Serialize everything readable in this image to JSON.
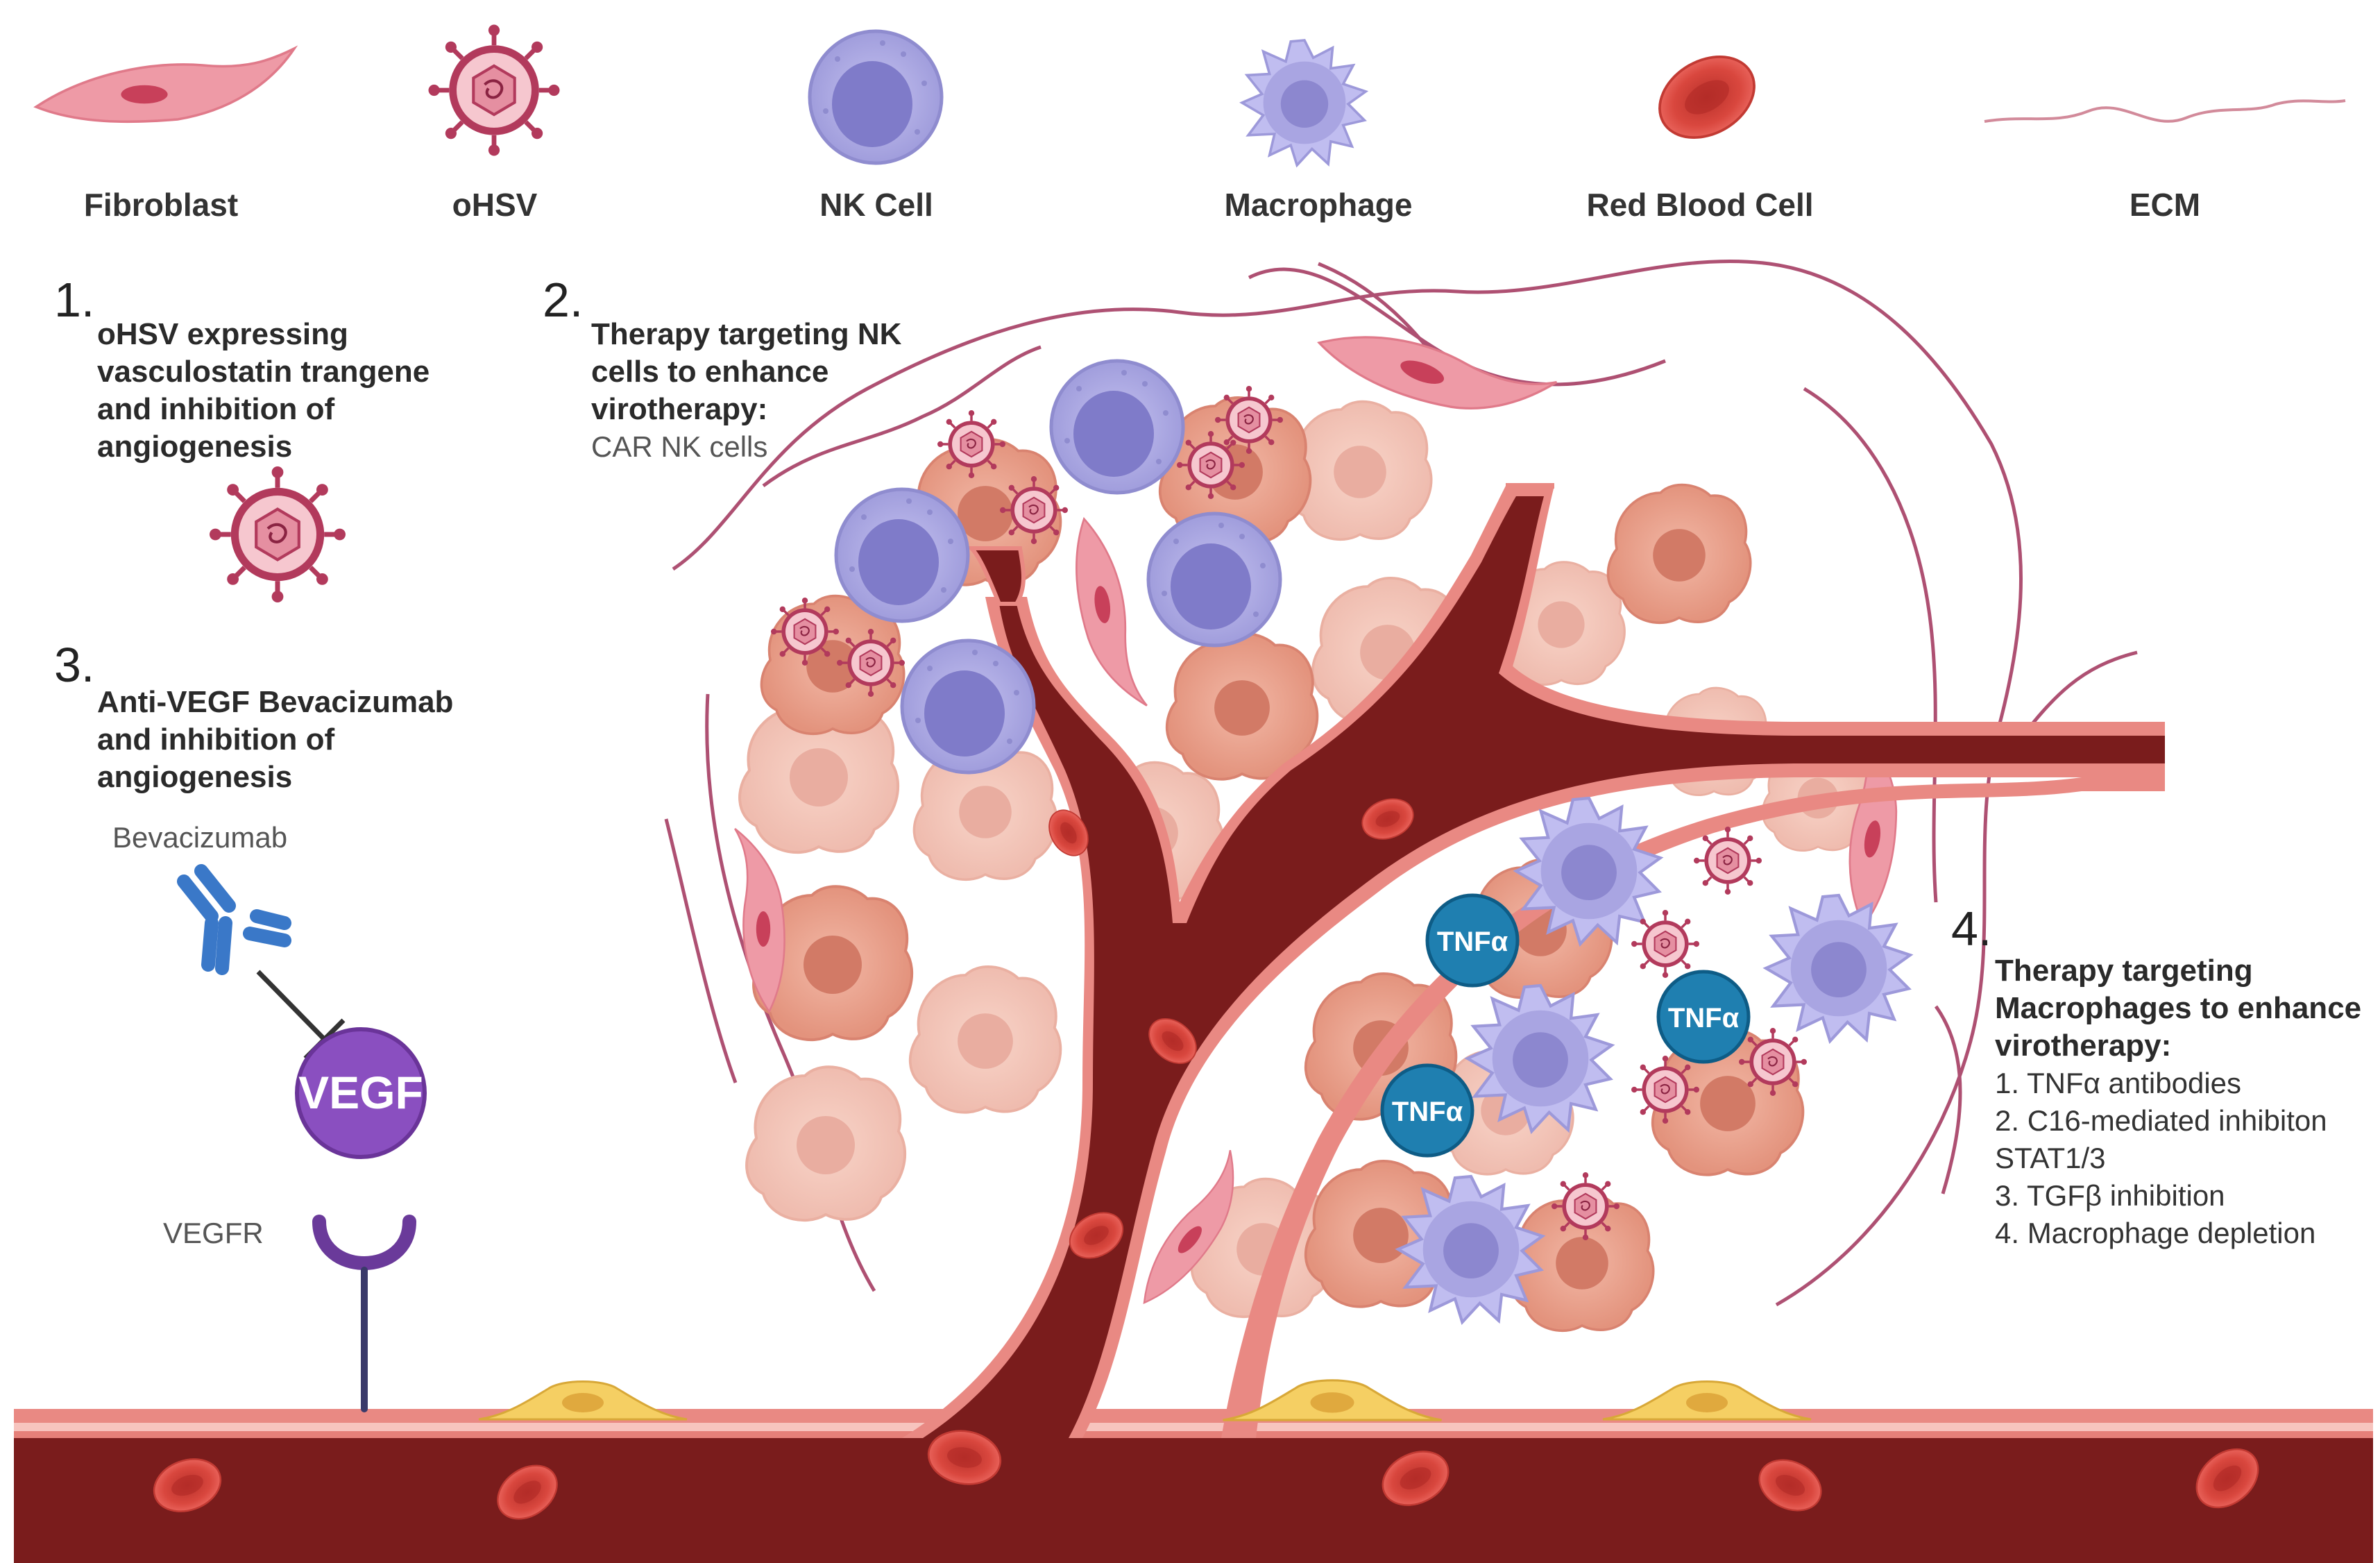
{
  "legend": [
    {
      "icon": "fibroblast-icon",
      "label": "Fibroblast"
    },
    {
      "icon": "ohsv-icon",
      "label": "oHSV"
    },
    {
      "icon": "nk-cell-icon",
      "label": "NK Cell"
    },
    {
      "icon": "macrophage-icon",
      "label": "Macrophage"
    },
    {
      "icon": "red-blood-cell-icon",
      "label": "Red Blood Cell"
    },
    {
      "icon": "ecm-icon",
      "label": "ECM"
    }
  ],
  "therapies": {
    "t1": {
      "number": "1.",
      "lines": [
        "oHSV expressing",
        "vasculostatin trangene",
        "and inhibition of",
        "angiogenesis"
      ]
    },
    "t2": {
      "number": "2.",
      "lines": [
        "Therapy targeting NK",
        "cells to enhance",
        "virotherapy:"
      ],
      "detail": "CAR NK cells"
    },
    "t3": {
      "number": "3.",
      "lines": [
        "Anti-VEGF Bevacizumab",
        "and inhibition of",
        "angiogenesis"
      ]
    },
    "t4": {
      "number": "4.",
      "lines": [
        "Therapy targeting",
        "Macrophages to enhance",
        "virotherapy:"
      ],
      "items": [
        "1. TNFα antibodies",
        "2. C16-mediated inhibiton",
        "STAT1/3",
        "3. TGFβ inhibition",
        "4. Macrophage depletion"
      ]
    }
  },
  "labels": {
    "bevacizumab": "Bevacizumab",
    "vegf": "VEGF",
    "vegfr": "VEGFR",
    "tnf": "TNFα"
  },
  "colors": {
    "vessel_dark": "#7a1c1c",
    "vessel_wall": "#e07a7a",
    "fibroblast": "#e88a98",
    "ohsv": "#b53a5e",
    "nk_cell": "#a9a6e0",
    "macrophage": "#a7a2de",
    "rbc": "#d8453e",
    "tumor_cell": "#e8a08a",
    "tnf": "#1f7fb0",
    "vegf": "#8a4fc0",
    "antibody": "#3a78c8",
    "pericyte": "#f3c85a"
  }
}
